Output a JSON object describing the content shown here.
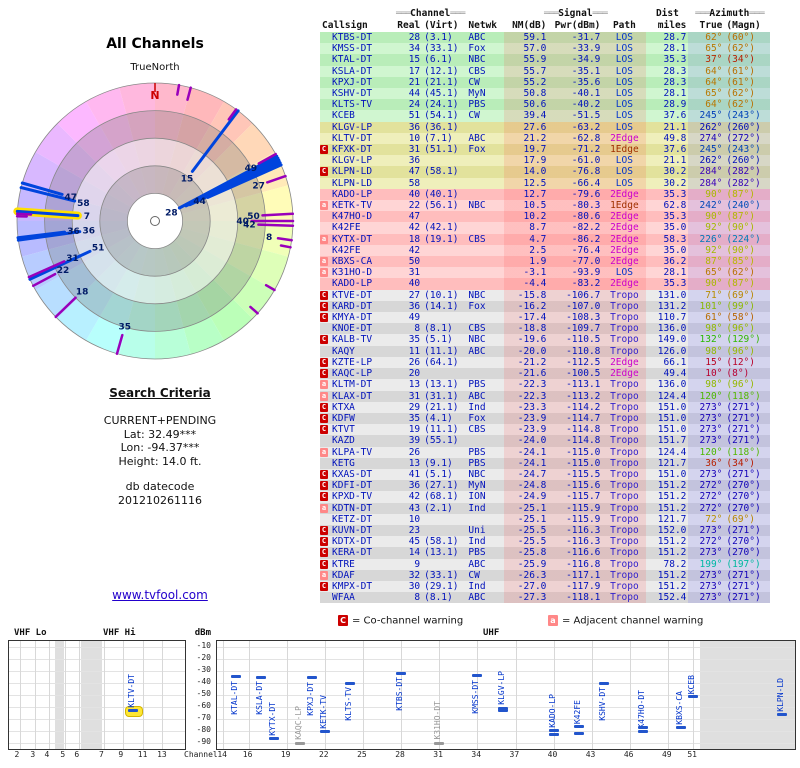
{
  "radar": {
    "title": "All Channels",
    "north_label": "TrueNorth",
    "n_marker": "N",
    "colors": {
      "los": "#0044dd",
      "weak": "#9900bb",
      "highlight": "#ffe000"
    },
    "spokes": [
      {
        "az": 62,
        "tip": 0.2,
        "c": "b",
        "l": "28"
      },
      {
        "az": 64,
        "tip": 0.25,
        "c": "b",
        "l": ""
      },
      {
        "az": 65,
        "tip": 0.28,
        "c": "b",
        "l": ""
      },
      {
        "az": 63,
        "tip": 0.33,
        "c": "b",
        "l": ""
      },
      {
        "az": 66,
        "tip": 0.42,
        "c": "b",
        "l": "44"
      },
      {
        "az": 64,
        "tip": 0.48,
        "c": "b",
        "l": ""
      },
      {
        "az": 37,
        "tip": 0.45,
        "c": "b",
        "l": "15"
      },
      {
        "az": 61,
        "tip": 0.86,
        "c": "p",
        "l": "49"
      },
      {
        "az": 71,
        "tip": 0.86,
        "c": "p",
        "l": "27"
      },
      {
        "az": 90,
        "tip": 0.7,
        "c": "p",
        "l": "40"
      },
      {
        "az": 92,
        "tip": 0.75,
        "c": "p",
        "l": "42"
      },
      {
        "az": 87,
        "tip": 0.78,
        "c": "p",
        "l": "50"
      },
      {
        "az": 98,
        "tip": 0.9,
        "c": "p",
        "l": "8"
      },
      {
        "az": 101,
        "tip": 0.93,
        "c": "p",
        "l": ""
      },
      {
        "az": 245,
        "tip": 0.52,
        "c": "b",
        "l": "51"
      },
      {
        "az": 262,
        "tip": 0.55,
        "c": "b",
        "l": "36"
      },
      {
        "az": 263,
        "tip": 0.66,
        "c": "b",
        "l": "36"
      },
      {
        "az": 274,
        "tip": 0.56,
        "c": "y",
        "l": "7"
      },
      {
        "az": 284,
        "tip": 0.6,
        "c": "b",
        "l": "58"
      },
      {
        "az": 286,
        "tip": 0.7,
        "c": "b",
        "l": "47"
      },
      {
        "az": 246,
        "tip": 0.72,
        "c": "p",
        "l": "31"
      },
      {
        "az": 242,
        "tip": 0.82,
        "c": "p",
        "l": "22"
      },
      {
        "az": 226,
        "tip": 0.8,
        "c": "p",
        "l": "18"
      },
      {
        "az": 273,
        "tip": 0.9,
        "c": "p",
        "l": ""
      },
      {
        "az": 272,
        "tip": 0.93,
        "c": "p",
        "l": ""
      },
      {
        "az": 196,
        "tip": 0.86,
        "c": "p",
        "l": "35"
      },
      {
        "az": 132,
        "tip": 0.93,
        "c": "p",
        "l": ""
      },
      {
        "az": 120,
        "tip": 0.93,
        "c": "p",
        "l": ""
      },
      {
        "az": 15,
        "tip": 0.91,
        "c": "p",
        "l": ""
      },
      {
        "az": 10,
        "tip": 0.93,
        "c": "p",
        "l": ""
      },
      {
        "az": 36,
        "tip": 0.91,
        "c": "p",
        "l": ""
      }
    ]
  },
  "search": {
    "heading": "Search Criteria",
    "mode": "CURRENT+PENDING",
    "lat": "Lat: 32.49***",
    "lon": "Lon: -94.37***",
    "height": "Height: 14.0 ft.",
    "datecode_label": "db datecode",
    "datecode": "201210261116"
  },
  "link": "www.tvfool.com",
  "table": {
    "group_channel": "Channel",
    "group_signal": "Signal",
    "group_dist": "Dist",
    "group_azimuth": "Azimuth",
    "decor": "═══",
    "cols": {
      "callsign": "Callsign",
      "real": "Real",
      "virt": "(Virt)",
      "netwk": "Netwk",
      "nm": "NM(dB)",
      "pwr": "Pwr(dBm)",
      "path": "Path",
      "miles": "miles",
      "true": "True",
      "magn": "(Magn)"
    },
    "path_colors": {
      "LOS": "#0033cc",
      "1Edge": "#a03000",
      "2Edge": "#cc00cc",
      "Tropo": "#3322cc"
    },
    "rows": [
      [
        "",
        "KTBS-DT",
        "28",
        "(3.1)",
        "ABC",
        "59.1",
        "-31.7",
        "LOS",
        "28.7",
        62,
        60
      ],
      [
        "",
        "KMSS-DT",
        "34",
        "(33.1)",
        "Fox",
        "57.0",
        "-33.9",
        "LOS",
        "28.1",
        65,
        62
      ],
      [
        "",
        "KTAL-DT",
        "15",
        "(6.1)",
        "NBC",
        "55.9",
        "-34.9",
        "LOS",
        "35.3",
        37,
        34
      ],
      [
        "",
        "KSLA-DT",
        "17",
        "(12.1)",
        "CBS",
        "55.7",
        "-35.1",
        "LOS",
        "28.3",
        64,
        61
      ],
      [
        "",
        "KPXJ-DT",
        "21",
        "(21.1)",
        "CW",
        "55.2",
        "-35.6",
        "LOS",
        "28.3",
        64,
        61
      ],
      [
        "",
        "KSHV-DT",
        "44",
        "(45.1)",
        "MyN",
        "50.8",
        "-40.1",
        "LOS",
        "28.1",
        65,
        62
      ],
      [
        "",
        "KLTS-TV",
        "24",
        "(24.1)",
        "PBS",
        "50.6",
        "-40.2",
        "LOS",
        "28.9",
        64,
        62
      ],
      [
        "",
        "KCEB",
        "51",
        "(54.1)",
        "CW",
        "39.4",
        "-51.5",
        "LOS",
        "37.6",
        245,
        243
      ],
      [
        "",
        "KLGV-LP",
        "36",
        "(36.1)",
        "",
        "27.6",
        "-63.2",
        "LOS",
        "21.1",
        262,
        260
      ],
      [
        "",
        "KLTV-DT",
        "10",
        "(7.1)",
        "ABC",
        "21.2",
        "-62.8",
        "2Edge",
        "49.8",
        274,
        272
      ],
      [
        "C",
        "KFXK-DT",
        "31",
        "(51.1)",
        "Fox",
        "19.7",
        "-71.2",
        "1Edge",
        "37.6",
        245,
        243
      ],
      [
        "",
        "KLGV-LP",
        "36",
        "",
        "",
        "17.9",
        "-61.0",
        "LOS",
        "21.1",
        262,
        260
      ],
      [
        "C",
        "KLPN-LD",
        "47",
        "(58.1)",
        "",
        "14.0",
        "-76.8",
        "LOS",
        "30.2",
        284,
        282
      ],
      [
        "",
        "KLPN-LD",
        "58",
        "",
        "",
        "12.5",
        "-66.4",
        "LOS",
        "30.2",
        284,
        282
      ],
      [
        "",
        "KADO-LP",
        "40",
        "(40.1)",
        "",
        "12.7",
        "-79.6",
        "2Edge",
        "35.3",
        90,
        87
      ],
      [
        "a",
        "KETK-TV",
        "22",
        "(56.1)",
        "NBC",
        "10.5",
        "-80.3",
        "1Edge",
        "62.8",
        242,
        240
      ],
      [
        "",
        "K47HO-D",
        "47",
        "",
        "",
        "10.2",
        "-80.6",
        "2Edge",
        "35.3",
        90,
        87
      ],
      [
        "",
        "K42FE",
        "42",
        "(42.1)",
        "",
        "8.7",
        "-82.2",
        "2Edge",
        "35.0",
        92,
        90
      ],
      [
        "a",
        "KYTX-DT",
        "18",
        "(19.1)",
        "CBS",
        "4.7",
        "-86.2",
        "2Edge",
        "58.3",
        226,
        224
      ],
      [
        "",
        "K42FE",
        "42",
        "",
        "",
        "2.5",
        "-76.4",
        "2Edge",
        "35.0",
        92,
        90
      ],
      [
        "a",
        "KBXS-CA",
        "50",
        "",
        "",
        "1.9",
        "-77.0",
        "2Edge",
        "36.2",
        87,
        85
      ],
      [
        "a",
        "K31HO-D",
        "31",
        "",
        "",
        "-3.1",
        "-93.9",
        "LOS",
        "28.1",
        65,
        62
      ],
      [
        "",
        "KADO-LP",
        "40",
        "",
        "",
        "-4.4",
        "-83.2",
        "2Edge",
        "35.3",
        90,
        87
      ],
      [
        "C",
        "KTVE-DT",
        "27",
        "(10.1)",
        "NBC",
        "-15.8",
        "-106.7",
        "Tropo",
        "131.0",
        71,
        69
      ],
      [
        "C",
        "KARD-DT",
        "36",
        "(14.1)",
        "Fox",
        "-16.2",
        "-107.0",
        "Tropo",
        "131.2",
        101,
        99
      ],
      [
        "C",
        "KMYA-DT",
        "49",
        "",
        "",
        "-17.4",
        "-108.3",
        "Tropo",
        "110.7",
        61,
        58
      ],
      [
        "",
        "KNOE-DT",
        "8",
        "(8.1)",
        "CBS",
        "-18.8",
        "-109.7",
        "Tropo",
        "136.0",
        98,
        96
      ],
      [
        "C",
        "KALB-TV",
        "35",
        "(5.1)",
        "NBC",
        "-19.6",
        "-110.5",
        "Tropo",
        "149.0",
        132,
        129
      ],
      [
        "",
        "KAQY",
        "11",
        "(11.1)",
        "ABC",
        "-20.0",
        "-110.8",
        "Tropo",
        "126.0",
        98,
        96
      ],
      [
        "C",
        "KZTE-LP",
        "26",
        "(64.1)",
        "",
        "-21.2",
        "-112.5",
        "2Edge",
        "66.1",
        15,
        12
      ],
      [
        "C",
        "KAQC-LP",
        "20",
        "",
        "",
        "-21.6",
        "-100.5",
        "2Edge",
        "49.4",
        10,
        8
      ],
      [
        "a",
        "KLTM-DT",
        "13",
        "(13.1)",
        "PBS",
        "-22.3",
        "-113.1",
        "Tropo",
        "136.0",
        98,
        96
      ],
      [
        "a",
        "KLAX-DT",
        "31",
        "(31.1)",
        "ABC",
        "-22.3",
        "-113.2",
        "Tropo",
        "124.4",
        120,
        118
      ],
      [
        "C",
        "KTXA",
        "29",
        "(21.1)",
        "Ind",
        "-23.3",
        "-114.2",
        "Tropo",
        "151.0",
        273,
        271
      ],
      [
        "C",
        "KDFW",
        "35",
        "(4.1)",
        "Fox",
        "-23.9",
        "-114.7",
        "Tropo",
        "151.0",
        273,
        271
      ],
      [
        "C",
        "KTVT",
        "19",
        "(11.1)",
        "CBS",
        "-23.9",
        "-114.8",
        "Tropo",
        "151.0",
        273,
        271
      ],
      [
        "",
        "KAZD",
        "39",
        "(55.1)",
        "",
        "-24.0",
        "-114.8",
        "Tropo",
        "151.7",
        273,
        271
      ],
      [
        "a",
        "KLPA-TV",
        "26",
        "",
        "PBS",
        "-24.1",
        "-115.0",
        "Tropo",
        "124.4",
        120,
        118
      ],
      [
        "",
        "KETG",
        "13",
        "(9.1)",
        "PBS",
        "-24.1",
        "-115.0",
        "Tropo",
        "121.7",
        36,
        34
      ],
      [
        "C",
        "KXAS-DT",
        "41",
        "(5.1)",
        "NBC",
        "-24.7",
        "-115.5",
        "Tropo",
        "151.0",
        273,
        271
      ],
      [
        "C",
        "KDFI-DT",
        "36",
        "(27.1)",
        "MyN",
        "-24.8",
        "-115.6",
        "Tropo",
        "151.2",
        272,
        270
      ],
      [
        "C",
        "KPXD-TV",
        "42",
        "(68.1)",
        "ION",
        "-24.9",
        "-115.7",
        "Tropo",
        "151.2",
        272,
        270
      ],
      [
        "a",
        "KDTN-DT",
        "43",
        "(2.1)",
        "Ind",
        "-25.1",
        "-115.9",
        "Tropo",
        "151.2",
        272,
        270
      ],
      [
        "",
        "KETZ-DT",
        "10",
        "",
        "",
        "-25.1",
        "-115.9",
        "Tropo",
        "121.7",
        72,
        69
      ],
      [
        "C",
        "KUVN-DT",
        "23",
        "",
        "Uni",
        "-25.5",
        "-116.3",
        "Tropo",
        "152.0",
        273,
        271
      ],
      [
        "C",
        "KDTX-DT",
        "45",
        "(58.1)",
        "Ind",
        "-25.5",
        "-116.3",
        "Tropo",
        "151.2",
        272,
        270
      ],
      [
        "C",
        "KERA-DT",
        "14",
        "(13.1)",
        "PBS",
        "-25.8",
        "-116.6",
        "Tropo",
        "151.2",
        273,
        270
      ],
      [
        "C",
        "KTRE",
        "9",
        "",
        "ABC",
        "-25.9",
        "-116.8",
        "Tropo",
        "78.2",
        199,
        197
      ],
      [
        "a",
        "KDAF",
        "32",
        "(33.1)",
        "CW",
        "-26.3",
        "-117.1",
        "Tropo",
        "151.2",
        273,
        271
      ],
      [
        "C",
        "KMPX-DT",
        "30",
        "(29.1)",
        "Ind",
        "-27.0",
        "-117.9",
        "Tropo",
        "151.2",
        273,
        271
      ],
      [
        "",
        "WFAA",
        "8",
        "(8.1)",
        "ABC",
        "-27.3",
        "-118.1",
        "Tropo",
        "152.4",
        273,
        271
      ]
    ]
  },
  "legend": {
    "co_letter": "C",
    "co_text": "= Co-channel warning",
    "adj_letter": "a",
    "adj_text": "= Adjacent channel warning"
  },
  "chart": {
    "vhf_lo_label": "VHF Lo",
    "vhf_hi_label": "VHF Hi",
    "uhf_label": "UHF",
    "dbm_label": "dBm",
    "channel_label": "Channel",
    "dbm_ticks": [
      -10,
      -20,
      -30,
      -40,
      -50,
      -60,
      -70,
      -80,
      -90
    ],
    "vhf_ticks": [
      [
        "2",
        0.06
      ],
      [
        "3",
        0.15
      ],
      [
        "4",
        0.23
      ],
      [
        "5",
        0.32
      ],
      [
        "6",
        0.4
      ],
      [
        "7",
        0.54
      ],
      [
        "9",
        0.65
      ],
      [
        "11",
        0.76
      ],
      [
        "13",
        0.87
      ]
    ],
    "uhf_ticks": [
      14,
      16,
      19,
      22,
      25,
      28,
      31,
      34,
      37,
      40,
      43,
      46,
      49,
      51
    ],
    "uhf_axis": {
      "min": 13.5,
      "max": 59
    },
    "vhf_bands": [
      [
        0.26,
        0.31
      ],
      [
        0.41,
        0.53
      ]
    ],
    "uhf_bands": [
      [
        0.835,
        1.0
      ]
    ],
    "markers": [
      {
        "cs": "KLTV-DT",
        "ch": 10,
        "dbm": -62.8,
        "panel": "vhf",
        "f": 0.705,
        "hl": true
      },
      {
        "cs": "KTAL-DT",
        "ch": 15,
        "dbm": -34.9,
        "panel": "uhf"
      },
      {
        "cs": "KSLA-DT",
        "ch": 17,
        "dbm": -35.1,
        "panel": "uhf"
      },
      {
        "cs": "KYTX-DT",
        "ch": 18,
        "dbm": -86.2,
        "panel": "uhf"
      },
      {
        "cs": "KPXJ-DT",
        "ch": 21,
        "dbm": -35.6,
        "panel": "uhf"
      },
      {
        "cs": "KETK-TV",
        "ch": 22,
        "dbm": -80.3,
        "panel": "uhf"
      },
      {
        "cs": "KLTS-TV",
        "ch": 24,
        "dbm": -40.2,
        "panel": "uhf"
      },
      {
        "cs": "KTBS-DT",
        "ch": 28,
        "dbm": -31.7,
        "panel": "uhf"
      },
      {
        "cs": "KMSS-DT",
        "ch": 34,
        "dbm": -33.9,
        "panel": "uhf"
      },
      {
        "cs": "KLGV-LP",
        "ch": 36,
        "dbm": -61.0,
        "panel": "uhf"
      },
      {
        "cs": "",
        "ch": 36,
        "dbm": -63.2,
        "panel": "uhf"
      },
      {
        "cs": "KADO-LP",
        "ch": 40,
        "dbm": -79.6,
        "panel": "uhf"
      },
      {
        "cs": "",
        "ch": 40,
        "dbm": -83.2,
        "panel": "uhf"
      },
      {
        "cs": "K42FE",
        "ch": 42,
        "dbm": -76.4,
        "panel": "uhf"
      },
      {
        "cs": "",
        "ch": 42,
        "dbm": -82.2,
        "panel": "uhf"
      },
      {
        "cs": "KSHV-DT",
        "ch": 44,
        "dbm": -40.1,
        "panel": "uhf"
      },
      {
        "cs": "K47HO-DT",
        "ch": 47,
        "dbm": -80.6,
        "panel": "uhf"
      },
      {
        "cs": "",
        "ch": 47,
        "dbm": -76.8,
        "panel": "uhf"
      },
      {
        "cs": "KBXS-CA",
        "ch": 50,
        "dbm": -77.0,
        "panel": "uhf"
      },
      {
        "cs": "KCEB",
        "ch": 51,
        "dbm": -51.5,
        "panel": "uhf"
      },
      {
        "cs": "KLPN-LD",
        "ch": 58,
        "dbm": -66.4,
        "panel": "uhf"
      },
      {
        "cs": "KAQC-LP",
        "ch": 20,
        "dbm": -90,
        "panel": "uhf",
        "gray": true
      },
      {
        "cs": "K31HO-DT",
        "ch": 31,
        "dbm": -90,
        "panel": "uhf",
        "gray": true
      }
    ]
  }
}
